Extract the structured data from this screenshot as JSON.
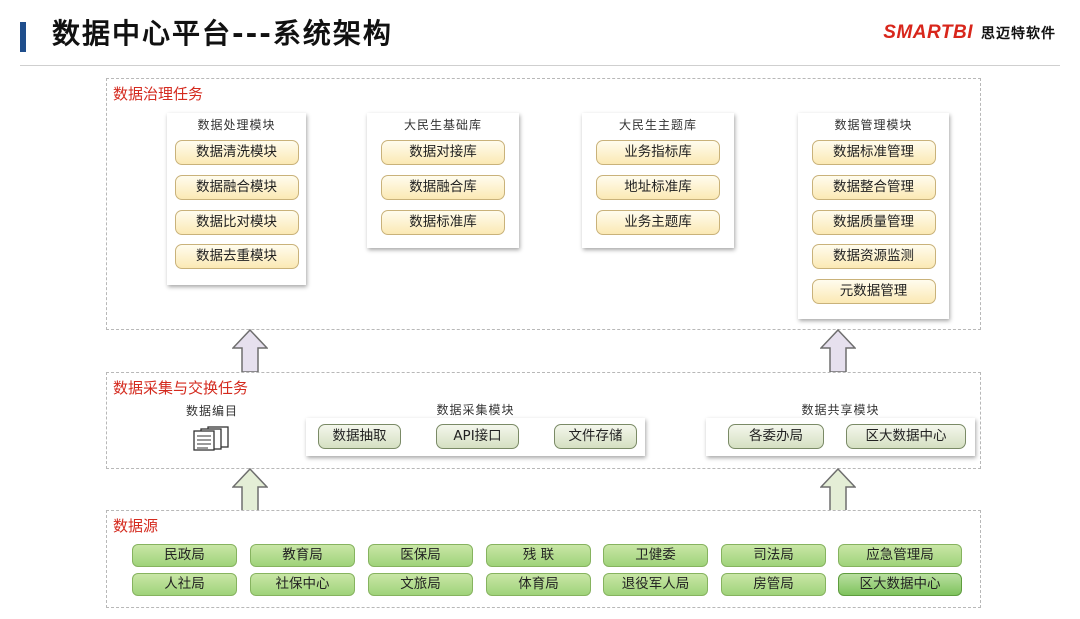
{
  "header": {
    "title": "数据中心平台---系统架构",
    "brand_logo": "SMARTBI",
    "brand_name": "思迈特软件"
  },
  "governance": {
    "title": "数据治理任务",
    "modules": [
      {
        "title": "数据处理模块",
        "items": [
          "数据清洗模块",
          "数据融合模块",
          "数据比对模块",
          "数据去重模块"
        ]
      },
      {
        "title": "大民生基础库",
        "items": [
          "数据对接库",
          "数据融合库",
          "数据标准库"
        ]
      },
      {
        "title": "大民生主题库",
        "items": [
          "业务指标库",
          "地址标准库",
          "业务主题库"
        ]
      },
      {
        "title": "数据管理模块",
        "items": [
          "数据标准管理",
          "数据整合管理",
          "数据质量管理",
          "数据资源监测",
          "元数据管理"
        ]
      }
    ]
  },
  "collection": {
    "title": "数据采集与交换任务",
    "catalog": {
      "title": "数据编目",
      "icon": "document-stack-icon"
    },
    "collect_module": {
      "title": "数据采集模块",
      "items": [
        "数据抽取",
        "API接口",
        "文件存储"
      ]
    },
    "share_module": {
      "title": "数据共享模块",
      "items": [
        "各委办局",
        "区大数据中心"
      ]
    }
  },
  "sources": {
    "title": "数据源",
    "row1": [
      "民政局",
      "教育局",
      "医保局",
      "残  联",
      "卫健委",
      "司法局",
      "应急管理局"
    ],
    "row2": [
      "人社局",
      "社保中心",
      "文旅局",
      "体育局",
      "退役军人局",
      "房管局",
      "区大数据中心"
    ]
  },
  "colors": {
    "accent_red": "#d42a1e",
    "title_bar": "#1f4e8c",
    "gov_pill": "#fbe9b4",
    "collect_pill": "#d5e0c2",
    "source_pill": "#9fd37a",
    "arrow_light": "#e6e0ee",
    "arrow_green": "#e4eed6"
  }
}
